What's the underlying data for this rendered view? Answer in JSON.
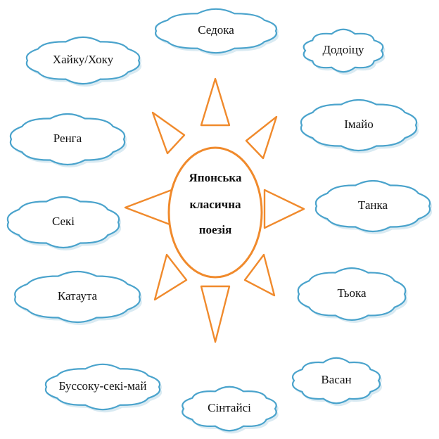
{
  "center": {
    "lines": [
      "Японська",
      "класична",
      "поезія"
    ]
  },
  "clouds": [
    {
      "id": "sedoka",
      "label": "Седока"
    },
    {
      "id": "haiku",
      "label": "Хайку/Хоку"
    },
    {
      "id": "dodoitsu",
      "label": "Додоіцу"
    },
    {
      "id": "renga",
      "label": "Ренга"
    },
    {
      "id": "imayo",
      "label": "Імайо"
    },
    {
      "id": "seki",
      "label": "Секі"
    },
    {
      "id": "tanka",
      "label": "Танка"
    },
    {
      "id": "katauta",
      "label": "Катаута"
    },
    {
      "id": "choka",
      "label": "Тьока"
    },
    {
      "id": "bussoku",
      "label": "Буссоку-секі-май"
    },
    {
      "id": "vasan",
      "label": "Васан"
    },
    {
      "id": "shintaisi",
      "label": "Сінтайсі"
    }
  ],
  "colors": {
    "cloud_stroke": "#4aa3cc",
    "ray_stroke": "#f08a2c",
    "text": "#111111"
  }
}
